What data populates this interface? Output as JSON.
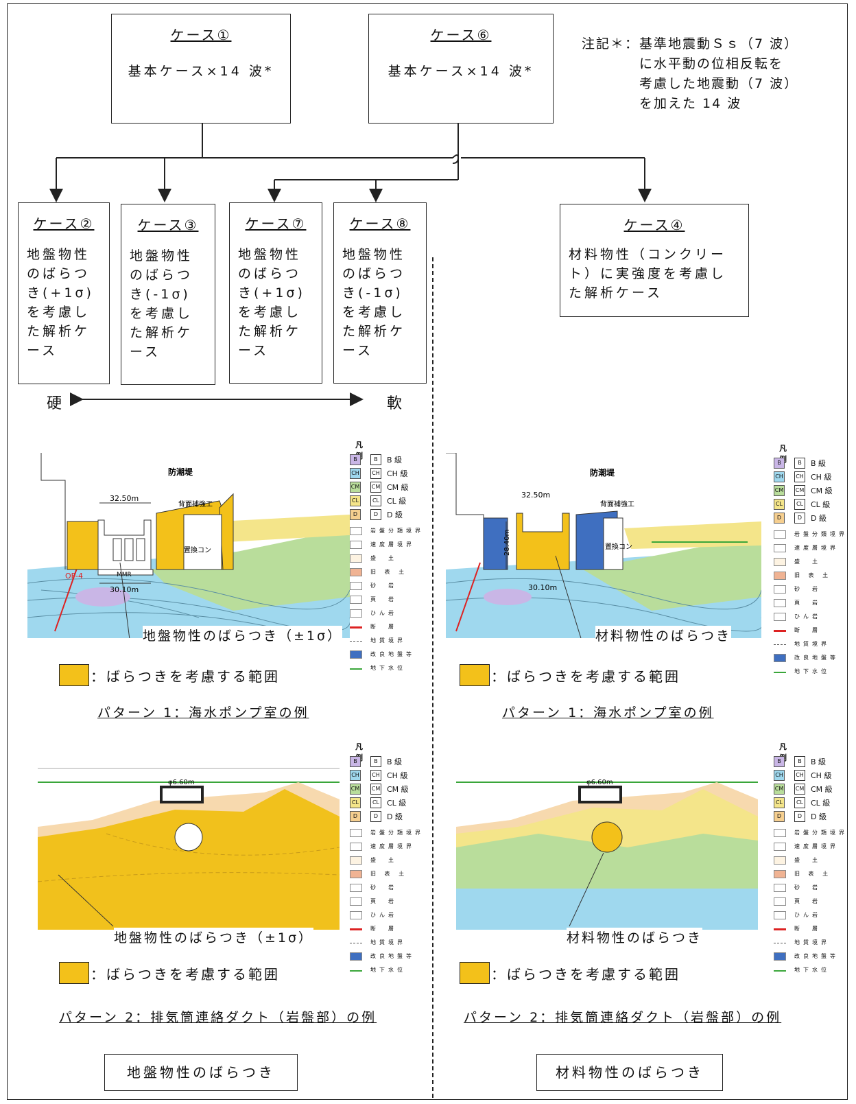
{
  "case1": {
    "title": "ケース①",
    "body": "基本ケース×14 波*"
  },
  "case6": {
    "title": "ケース⑥",
    "body": "基本ケース×14 波*"
  },
  "note": "注記＊：基準地震動Ｓｓ（7 波）\n　　　　に水平動の位相反転を\n　　　　考慮した地震動（7 波）\n　　　　を加えた 14 波",
  "case2": {
    "title": "ケース②",
    "body": "地盤物性\nのばらつ\nき(+1σ)\nを考慮し\nた解析ケ\nース"
  },
  "case3": {
    "title": "ケース③",
    "body": "地盤物性\nのばらつ\nき(-1σ)\nを考慮し\nた解析ケ\nース"
  },
  "case7": {
    "title": "ケース⑦",
    "body": "地盤物性\nのばらつ\nき(+1σ)\nを考慮し\nた解析ケ\nース"
  },
  "case8": {
    "title": "ケース⑧",
    "body": "地盤物性\nのばらつ\nき(-1σ)\nを考慮し\nた解析ケ\nース"
  },
  "case4": {
    "title": "ケース④",
    "body": "材料物性（コンクリー\nト）に実強度を考慮し\nた解析ケース"
  },
  "hard": "硬",
  "soft": "軟",
  "legend": {
    "header": "凡 例",
    "classes": [
      {
        "code": "B",
        "label": "B 級",
        "color": "#c9b6e6"
      },
      {
        "code": "CH",
        "label": "CH 級",
        "color": "#9fd8ee"
      },
      {
        "code": "CM",
        "label": "CM 級",
        "color": "#b9dd9b"
      },
      {
        "code": "CL",
        "label": "CL 級",
        "color": "#f4e58a"
      },
      {
        "code": "D",
        "label": "D 級",
        "color": "#f6cf8f"
      }
    ],
    "lines": [
      "岩盤分類境界",
      "速度層境界",
      "盛　土",
      "旧 表 土",
      "砂　岩",
      "頁　岩",
      "ひん岩",
      "断　層",
      "地質境界",
      "改良地盤等",
      "地下水位"
    ]
  },
  "diagram1": {
    "dim_width": "32.50m",
    "dim_base": "30.10m",
    "dim_height": "28.40m",
    "seawall": "防潮堤",
    "back_reinf": "背面補強工",
    "replace": "置換コン",
    "mmr": "MMR",
    "fault": "OF-4",
    "diameter": "φ6.60m"
  },
  "labels": {
    "ground_var": "地盤物性のばらつき（±1σ）",
    "material_var": "材料物性のばらつき",
    "key": "：ばらつきを考慮する範囲",
    "pattern1": "パターン 1：海水ポンプ室の例",
    "pattern2": "パターン 2：排気筒連絡ダクト（岩盤部）の例",
    "bottom_left": "地盤物性のばらつき",
    "bottom_right": "材料物性のばらつき"
  },
  "colors": {
    "highlight": "#f3c11a",
    "improved": "#3f6fc0",
    "water": "#3aa63a"
  }
}
